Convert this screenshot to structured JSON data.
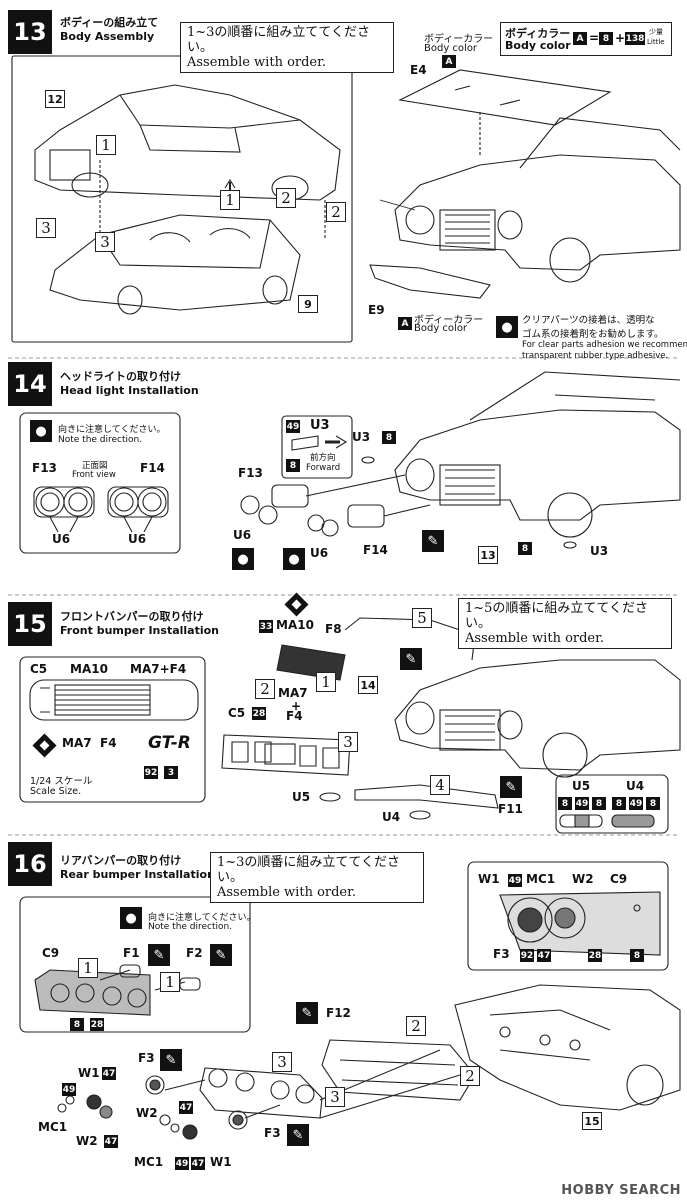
{
  "step13": {
    "number": "13",
    "title_jp": "ボディーの組み立て",
    "title_en": "Body Assembly",
    "order_jp": "1~3の順番に組み立ててください。",
    "order_en": "Assemble with order.",
    "color_label_jp": "ボディーカラー",
    "color_label_en": "Body color",
    "color_code": "A",
    "legend_jp": "ボディカラー",
    "legend_en": "Body color",
    "legend_a": "A",
    "legend_eq": "=",
    "legend_8": "8",
    "legend_plus": "+",
    "legend_138": "138",
    "legend_little_jp": "少量",
    "legend_little_en": "Little",
    "part_e4": "E4",
    "part_e9": "E9",
    "ref_12": "12",
    "ref_9": "9",
    "seq": [
      "1",
      "1",
      "2",
      "2",
      "3",
      "3"
    ],
    "clear_note_jp_1": "クリアパーツの接着は、透明な",
    "clear_note_jp_2": "ゴム系の接着剤をお勧めします。",
    "clear_note_en_1": "For clear parts adhesion we recommend",
    "clear_note_en_2": "transparent rubber type adhesive."
  },
  "step14": {
    "number": "14",
    "title_jp": "ヘッドライトの取り付け",
    "title_en": "Head light Installation",
    "note_jp": "向きに注意してください。",
    "note_en": "Note the direction.",
    "front_view_jp": "正面図",
    "front_view_en": "Front view",
    "f13": "F13",
    "f14": "F14",
    "u6": "U6",
    "u3": "U3",
    "c49": "49",
    "c8": "8",
    "forward_jp": "前方向",
    "forward_en": "Forward",
    "ref_13": "13"
  },
  "step15": {
    "number": "15",
    "title_jp": "フロントバンパーの取り付け",
    "title_en": "Front bumper Installation",
    "order_jp": "1~5の順番に組み立ててください。",
    "order_en": "Assemble with order.",
    "c5": "C5",
    "ma10": "MA10",
    "ma7f4": "MA7+F4",
    "ma7": "MA7",
    "plus": "+",
    "f4": "F4",
    "scale_jp": "1/24 スケール",
    "scale_en": "Scale Size.",
    "c92": "92",
    "c3": "3",
    "c33": "33",
    "c28": "28",
    "f8": "F8",
    "f11": "F11",
    "u5": "U5",
    "u4": "U4",
    "c8": "8",
    "c49": "49",
    "ref_14": "14",
    "seq": [
      "1",
      "2",
      "3",
      "4",
      "5"
    ]
  },
  "step16": {
    "number": "16",
    "title_jp": "リアバンパーの取り付け",
    "title_en": "Rear bumper Installation",
    "order_jp": "1~3の順番に組み立ててください。",
    "order_en": "Assemble with order.",
    "note_jp": "向きに注意してください。",
    "note_en": "Note the direction.",
    "c9": "C9",
    "f1": "F1",
    "f2": "F2",
    "f3": "F3",
    "f12": "F12",
    "w1": "W1",
    "w2": "W2",
    "mc1": "MC1",
    "c8": "8",
    "c28": "28",
    "c47": "47",
    "c49": "49",
    "c92": "92",
    "ref_15": "15",
    "seq": [
      "1",
      "1",
      "2",
      "2",
      "3",
      "3"
    ]
  },
  "watermark": "HOBBY SEARCH"
}
